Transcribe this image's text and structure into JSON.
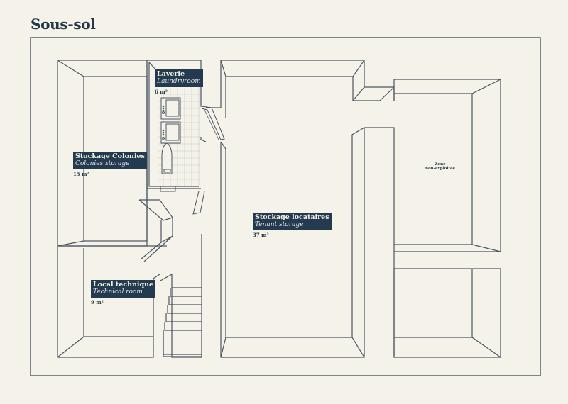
{
  "title": "Sous-sol",
  "colors": {
    "background": "#f5f3e9",
    "line": "#4a5561",
    "label_bg": "#243a4f",
    "label_text": "#f3f1e8",
    "title_text": "#243746"
  },
  "rooms": [
    {
      "id": "laverie",
      "name": "Laverie",
      "name_en": "Laundryroom",
      "area": "6 m²"
    },
    {
      "id": "stockage-colonies",
      "name": "Stockage Colonies",
      "name_en": "Colonies storage",
      "area": "15 m²"
    },
    {
      "id": "local-technique",
      "name": "Local technique",
      "name_en": "Technical room",
      "area": "9 m²"
    },
    {
      "id": "stockage-locataires",
      "name": "Stockage locataires",
      "name_en": "Tenant storage",
      "area": "37 m²"
    }
  ],
  "zones": [
    {
      "id": "zone-non-exploitee",
      "line1": "Zone",
      "line2": "non-exploitée"
    }
  ]
}
